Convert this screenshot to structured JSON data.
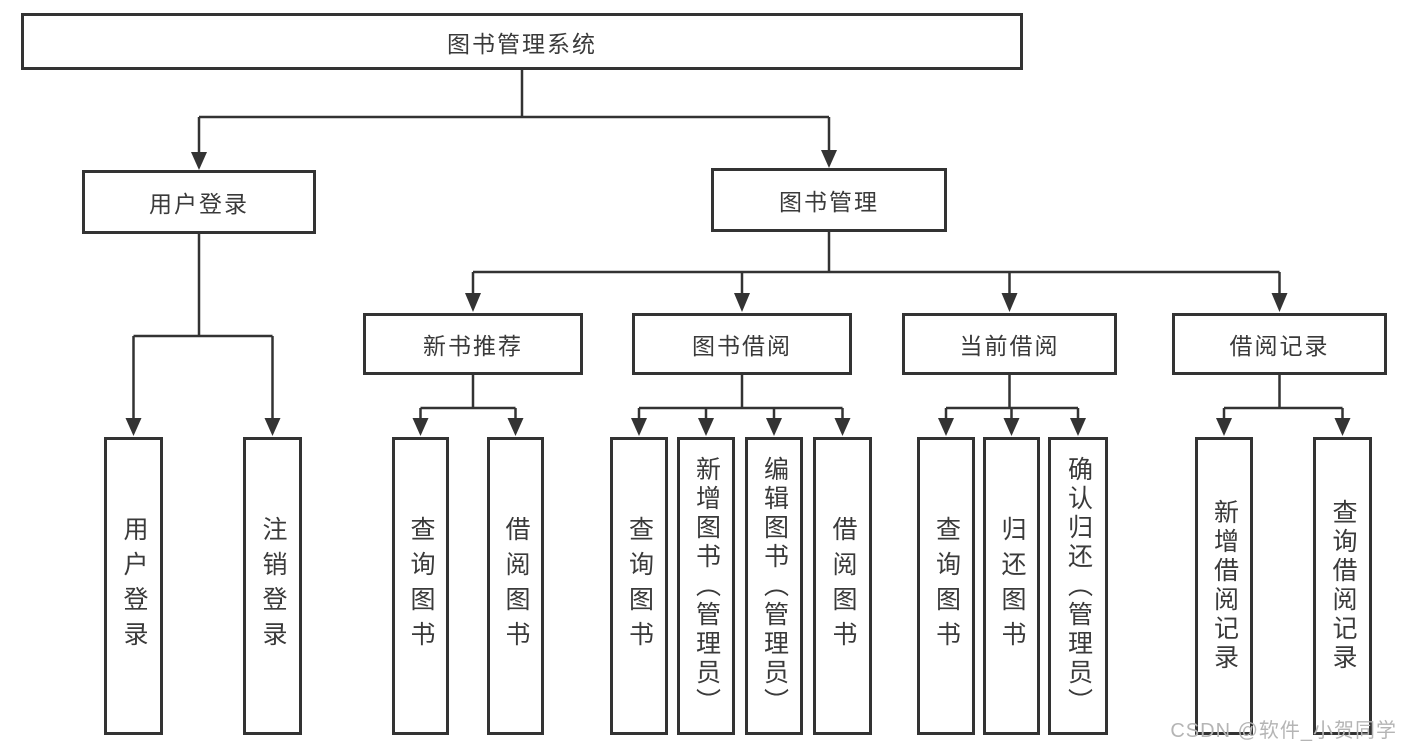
{
  "diagram": {
    "root": {
      "label": "图书管理系统"
    },
    "user_login": {
      "label": "用户登录",
      "children": {
        "login": {
          "label": "用户登录"
        },
        "logout": {
          "label": "注销登录"
        }
      }
    },
    "book_mgmt": {
      "label": "图书管理",
      "children": {
        "new_book": {
          "label": "新书推荐",
          "children": {
            "query": {
              "label": "查询图书"
            },
            "borrow": {
              "label": "借阅图书"
            }
          }
        },
        "borrow": {
          "label": "图书借阅",
          "children": {
            "query": {
              "label": "查询图书"
            },
            "add": {
              "label": "新增图书（管理员）"
            },
            "edit": {
              "label": "编辑图书（管理员）"
            },
            "borrow": {
              "label": "借阅图书"
            }
          }
        },
        "current": {
          "label": "当前借阅",
          "children": {
            "query": {
              "label": "查询图书"
            },
            "return": {
              "label": "归还图书"
            },
            "confirm": {
              "label": "确认归还（管理员）"
            }
          }
        },
        "records": {
          "label": "借阅记录",
          "children": {
            "add": {
              "label": "新增借阅记录"
            },
            "query": {
              "label": "查询借阅记录"
            }
          }
        }
      }
    }
  },
  "watermark": {
    "text": "CSDN @软件_小贺同学"
  },
  "colors": {
    "line": "#333333",
    "box_border": "#333333",
    "text": "#3a3a3a",
    "watermark": "#b5b5b5",
    "background": "#ffffff"
  }
}
